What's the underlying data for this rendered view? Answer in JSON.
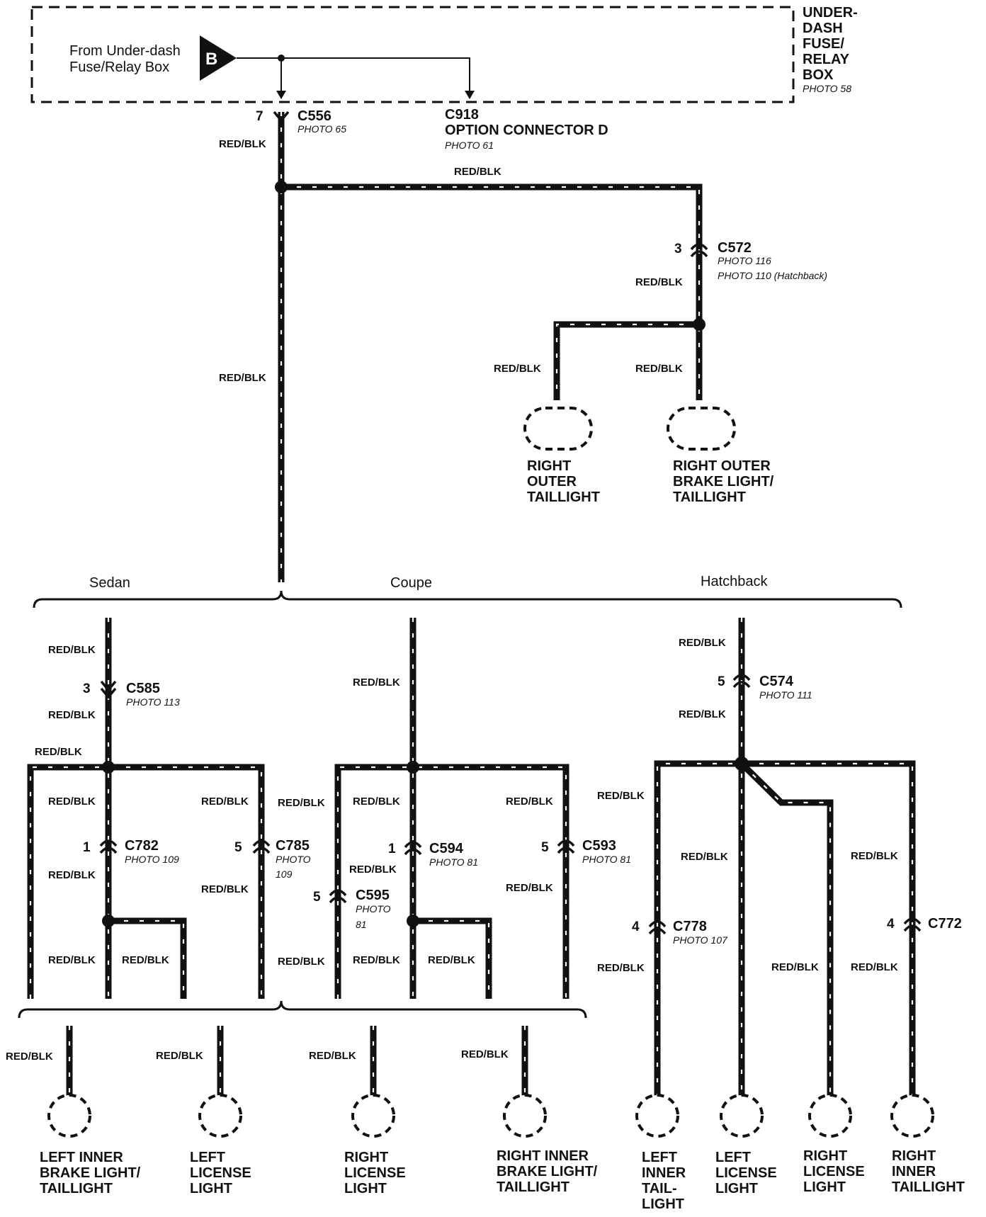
{
  "fuse_box": {
    "title_lines": [
      "UNDER-",
      "DASH",
      "FUSE/",
      "RELAY",
      "BOX"
    ],
    "photo": "PHOTO 58",
    "source_lines": [
      "From Under-dash",
      "Fuse/Relay Box"
    ],
    "terminal": "B"
  },
  "connectors": {
    "c556": {
      "name": "C556",
      "photo": "PHOTO 65",
      "pin": "7"
    },
    "c918": {
      "name": "C918",
      "desc": "OPTION CONNECTOR D",
      "photo": "PHOTO 61"
    },
    "c572": {
      "name": "C572",
      "photo": "PHOTO 116",
      "photo2": "PHOTO 110 (Hatchback)",
      "pin": "3"
    },
    "c585": {
      "name": "C585",
      "photo": "PHOTO 113",
      "pin": "3"
    },
    "c782": {
      "name": "C782",
      "photo": "PHOTO 109",
      "pin": "1"
    },
    "c785": {
      "name": "C785",
      "photo_lines": [
        "PHOTO",
        "109"
      ],
      "pin": "5"
    },
    "c594": {
      "name": "C594",
      "photo": "PHOTO 81",
      "pin": "1"
    },
    "c593": {
      "name": "C593",
      "photo": "PHOTO 81",
      "pin": "5"
    },
    "c595": {
      "name": "C595",
      "photo_lines": [
        "PHOTO",
        "81"
      ],
      "pin": "5"
    },
    "c574": {
      "name": "C574",
      "photo": "PHOTO 111",
      "pin": "5"
    },
    "c778": {
      "name": "C778",
      "photo": "PHOTO 107",
      "pin": "4"
    },
    "c772": {
      "name": "C772",
      "pin": "4"
    }
  },
  "wire_color": "RED/BLK",
  "variants": {
    "sedan": "Sedan",
    "coupe": "Coupe",
    "hatchback": "Hatchback"
  },
  "components": {
    "right_outer_taillight": [
      "RIGHT",
      "OUTER",
      "TAILLIGHT"
    ],
    "right_outer_brake": [
      "RIGHT OUTER",
      "BRAKE LIGHT/",
      "TAILLIGHT"
    ],
    "left_inner_brake": [
      "LEFT INNER",
      "BRAKE LIGHT/",
      "TAILLIGHT"
    ],
    "left_license": [
      "LEFT",
      "LICENSE",
      "LIGHT"
    ],
    "right_license": [
      "RIGHT",
      "LICENSE",
      "LIGHT"
    ],
    "right_inner_brake": [
      "RIGHT INNER",
      "BRAKE LIGHT/",
      "TAILLIGHT"
    ],
    "hb_left_inner_tail": [
      "LEFT",
      "INNER",
      "TAIL-",
      "LIGHT"
    ],
    "hb_left_license": [
      "LEFT",
      "LICENSE",
      "LIGHT"
    ],
    "hb_right_license": [
      "RIGHT",
      "LICENSE",
      "LIGHT"
    ],
    "hb_right_inner_tail": [
      "RIGHT",
      "INNER",
      "TAILLIGHT"
    ]
  }
}
